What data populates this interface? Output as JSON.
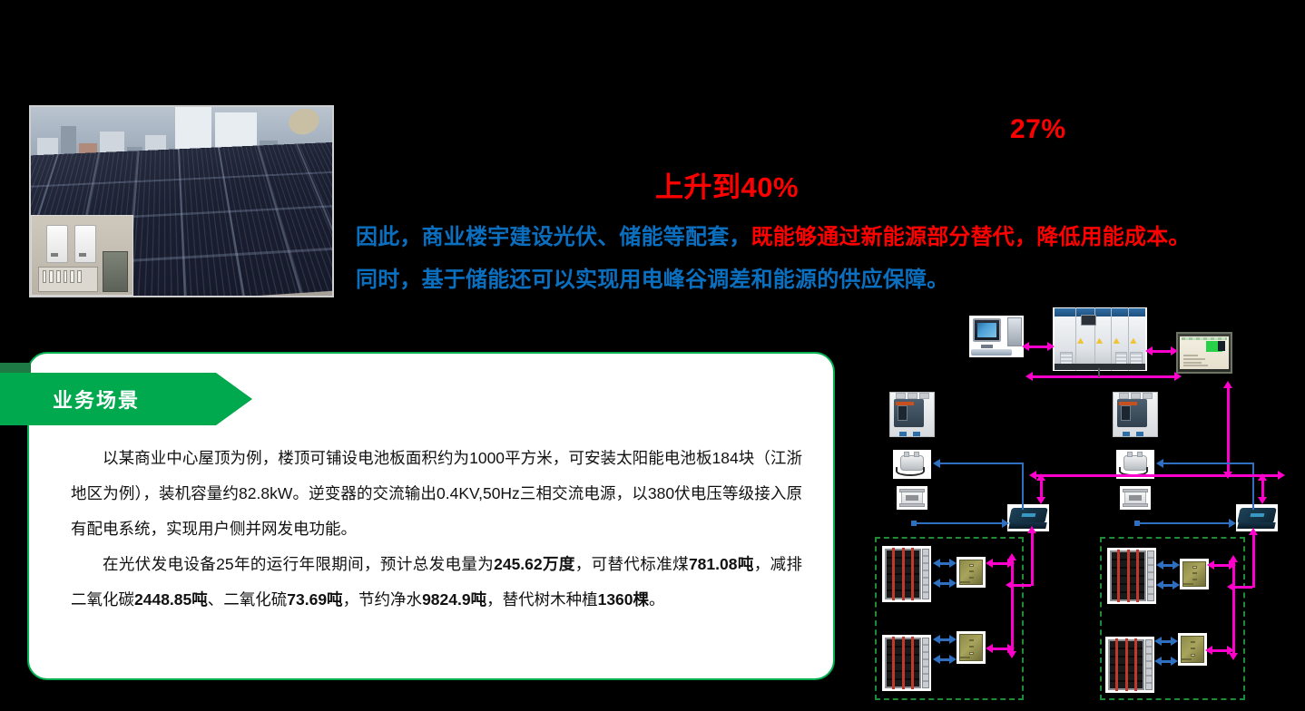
{
  "slide": {
    "background_color": "#000000",
    "accent_green": "#00A84E",
    "accent_blue": "#0B6FC0",
    "accent_red": "#FF0000",
    "magenta_link": "#FF00CC",
    "blue_link": "#2E6FBF"
  },
  "photo": {
    "name": "rooftop-solar-pv-array-photo",
    "caption_alt": "商业楼宇屋顶光伏电池板阵列照片",
    "inset_alt": "并网逆变器与配电柜设备间照片"
  },
  "headline": {
    "percent_badge": "27%",
    "rise_to": "上升到40%"
  },
  "statement": {
    "line1_blue": "因此，商业楼宇建设光伏、储能等配套，",
    "line1_red": "既能够通过新能源部分替代，降低用能成本。",
    "line2_blue": "同时，基于储能还可以实现用电峰谷调差和能源的供应保障。"
  },
  "card": {
    "ribbon_label": "业务场景",
    "paragraphs": [
      {
        "runs": [
          {
            "text": "以某商业中心屋顶为例，楼顶可铺设电池板面积约为1000平方米，可安装太阳能电池板184块（江浙地区为例），装机容量约82.8kW。逆变器的交流输出0.4KV,50Hz三相交流电源，以380伏电压等级接入原有配电系统，实现用户侧并网发电功能。",
            "bold": false
          }
        ]
      },
      {
        "runs": [
          {
            "text": "在光伏发电设备25年的运行年限期间，预计总发电量为",
            "bold": false
          },
          {
            "text": "245.62万度",
            "bold": true
          },
          {
            "text": "，可替代标准煤",
            "bold": false
          },
          {
            "text": "781.08吨",
            "bold": true
          },
          {
            "text": "，减排二氧化碳",
            "bold": false
          },
          {
            "text": "2448.85吨",
            "bold": true
          },
          {
            "text": "、二氧化硫",
            "bold": false
          },
          {
            "text": "73.69吨",
            "bold": true
          },
          {
            "text": "，节约净水",
            "bold": false
          },
          {
            "text": "9824.9吨",
            "bold": true
          },
          {
            "text": "，替代树木种植",
            "bold": false
          },
          {
            "text": "1360棵",
            "bold": true
          },
          {
            "text": "。",
            "bold": false
          }
        ]
      }
    ]
  },
  "diagram": {
    "name": "energy-storage-system-topology",
    "nodes": [
      {
        "id": "workstation",
        "label": "监控工作站"
      },
      {
        "id": "pcs-cabinet",
        "label": "储能变流器柜 PCS"
      },
      {
        "id": "hmi-panel",
        "label": "触摸屏 HMI"
      },
      {
        "id": "mccb-left",
        "label": "塑壳断路器"
      },
      {
        "id": "mccb-right",
        "label": "塑壳断路器"
      },
      {
        "id": "ct-left",
        "label": "电流互感器"
      },
      {
        "id": "ct-right",
        "label": "电流互感器"
      },
      {
        "id": "fuse-left",
        "label": "熔断器"
      },
      {
        "id": "fuse-right",
        "label": "熔断器"
      },
      {
        "id": "gateway-left",
        "label": "通信网关"
      },
      {
        "id": "gateway-right",
        "label": "通信网关"
      },
      {
        "id": "battery-rack-1",
        "label": "电池簇"
      },
      {
        "id": "battery-rack-2",
        "label": "电池簇"
      },
      {
        "id": "battery-rack-3",
        "label": "电池簇"
      },
      {
        "id": "battery-rack-4",
        "label": "电池簇"
      },
      {
        "id": "bms-1",
        "label": "电池管理单元 BMS"
      },
      {
        "id": "bms-2",
        "label": "电池管理单元 BMS"
      },
      {
        "id": "bms-3",
        "label": "电池管理单元 BMS"
      },
      {
        "id": "bms-4",
        "label": "电池管理单元 BMS"
      }
    ],
    "enclosures": [
      {
        "id": "battery-cabinet-left",
        "label": "电池舱"
      },
      {
        "id": "battery-cabinet-right",
        "label": "电池舱"
      }
    ]
  }
}
